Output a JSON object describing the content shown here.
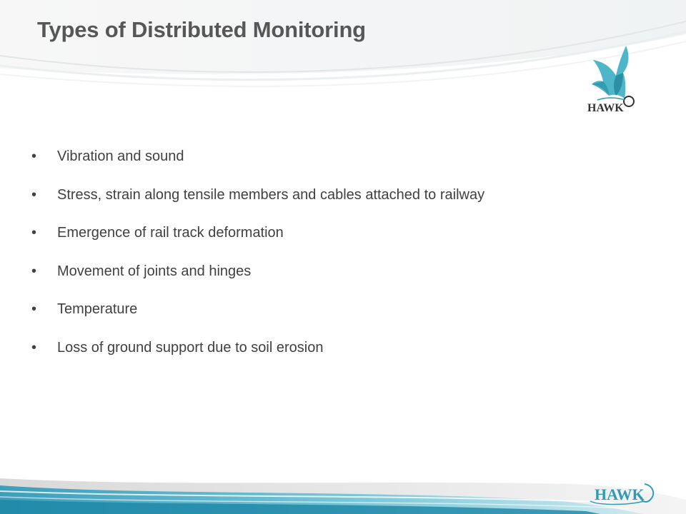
{
  "slide": {
    "title": "Types of Distributed Monitoring",
    "bullet_symbol": "•",
    "bullets": [
      "Vibration and sound",
      "Stress, strain along tensile members and cables attached to railway",
      "Emergence of rail track deformation",
      "Movement of joints and hinges",
      "Temperature",
      "Loss of ground support due to soil erosion"
    ]
  },
  "logo": {
    "top_text": "HAWK",
    "bottom_text": "HAWK",
    "top_icon": "hawk-bird-icon",
    "colors": {
      "bird": "#4fb5c8",
      "bird_dark": "#1f7f96",
      "text_top": "#333333",
      "text_bottom": "#2f9bb2"
    }
  },
  "theme": {
    "title_color": "#575757",
    "body_color": "#404040",
    "swoosh_color": "#3aa6c2"
  }
}
